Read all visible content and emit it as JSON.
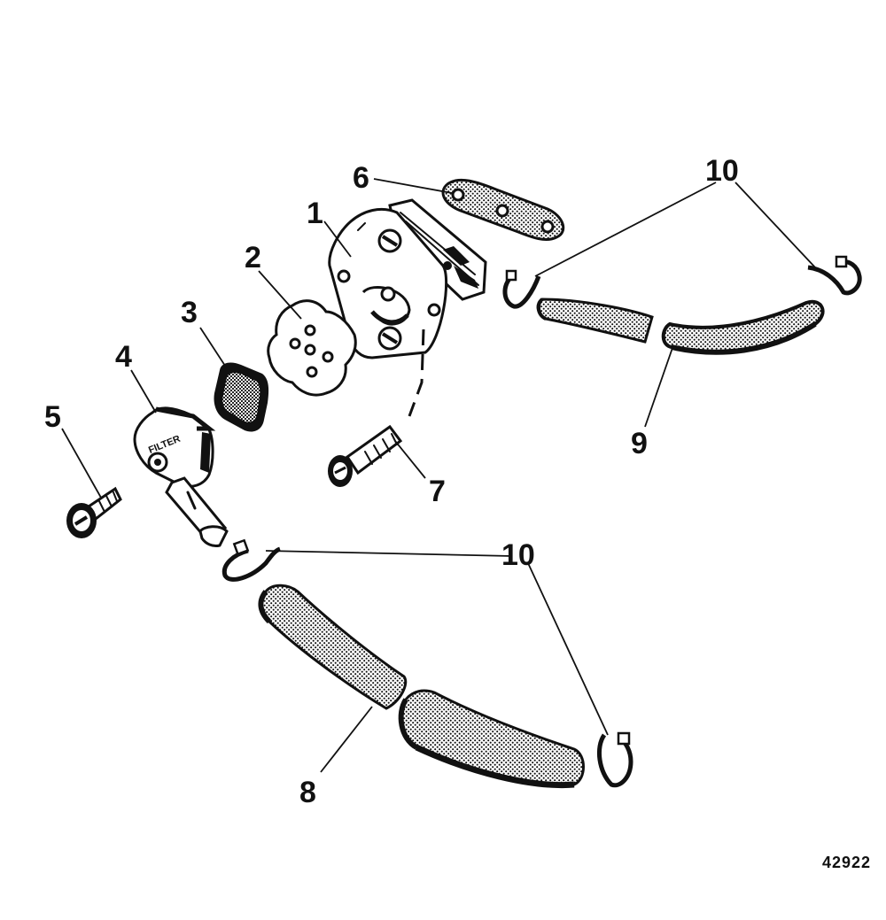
{
  "diagram": {
    "callouts": {
      "c1": "1",
      "c2": "2",
      "c3": "3",
      "c4": "4",
      "c5": "5",
      "c6": "6",
      "c7": "7",
      "c8": "8",
      "c9": "9",
      "c10_top": "10",
      "c10_bottom": "10"
    },
    "filter_cap_text": "FILTER",
    "figure_number": "42922"
  }
}
